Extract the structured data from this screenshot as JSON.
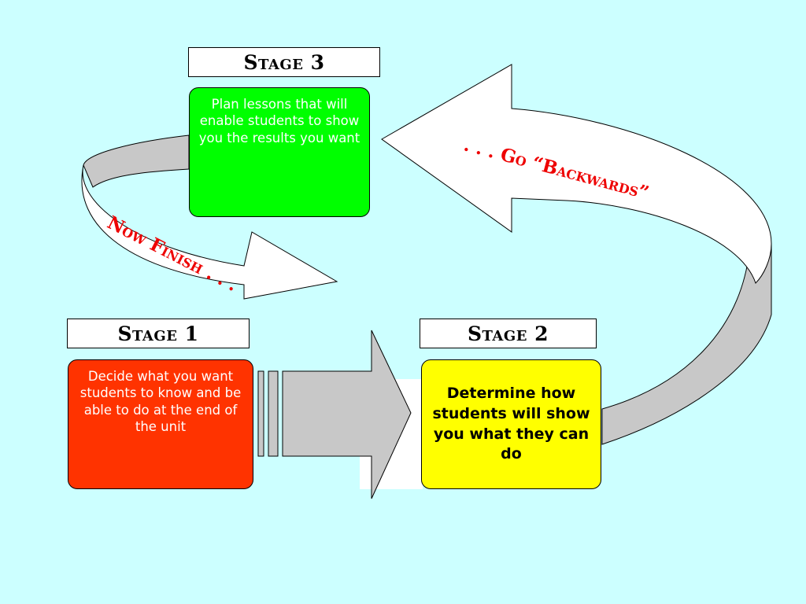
{
  "colors": {
    "background": "#ccffff",
    "stage1_box": "#ff3300",
    "stage2_box": "#ffff00",
    "stage3_box": "#00ff00",
    "arrow_text": "#ee0000",
    "arrow_side": "#c8c8c8"
  },
  "stage1": {
    "label": "Stage 1",
    "text": "Decide what you want students to know and be able to do at the end of the unit"
  },
  "stage2": {
    "label": "Stage 2",
    "text": "Determine how students will show you what they can do"
  },
  "stage3": {
    "label": "Stage 3",
    "text": "Plan lessons that will enable students to show you the results you want"
  },
  "arrows": {
    "go_backwards": ". . . Go “Backwards”",
    "now_finish": "Now Finish . . ."
  }
}
